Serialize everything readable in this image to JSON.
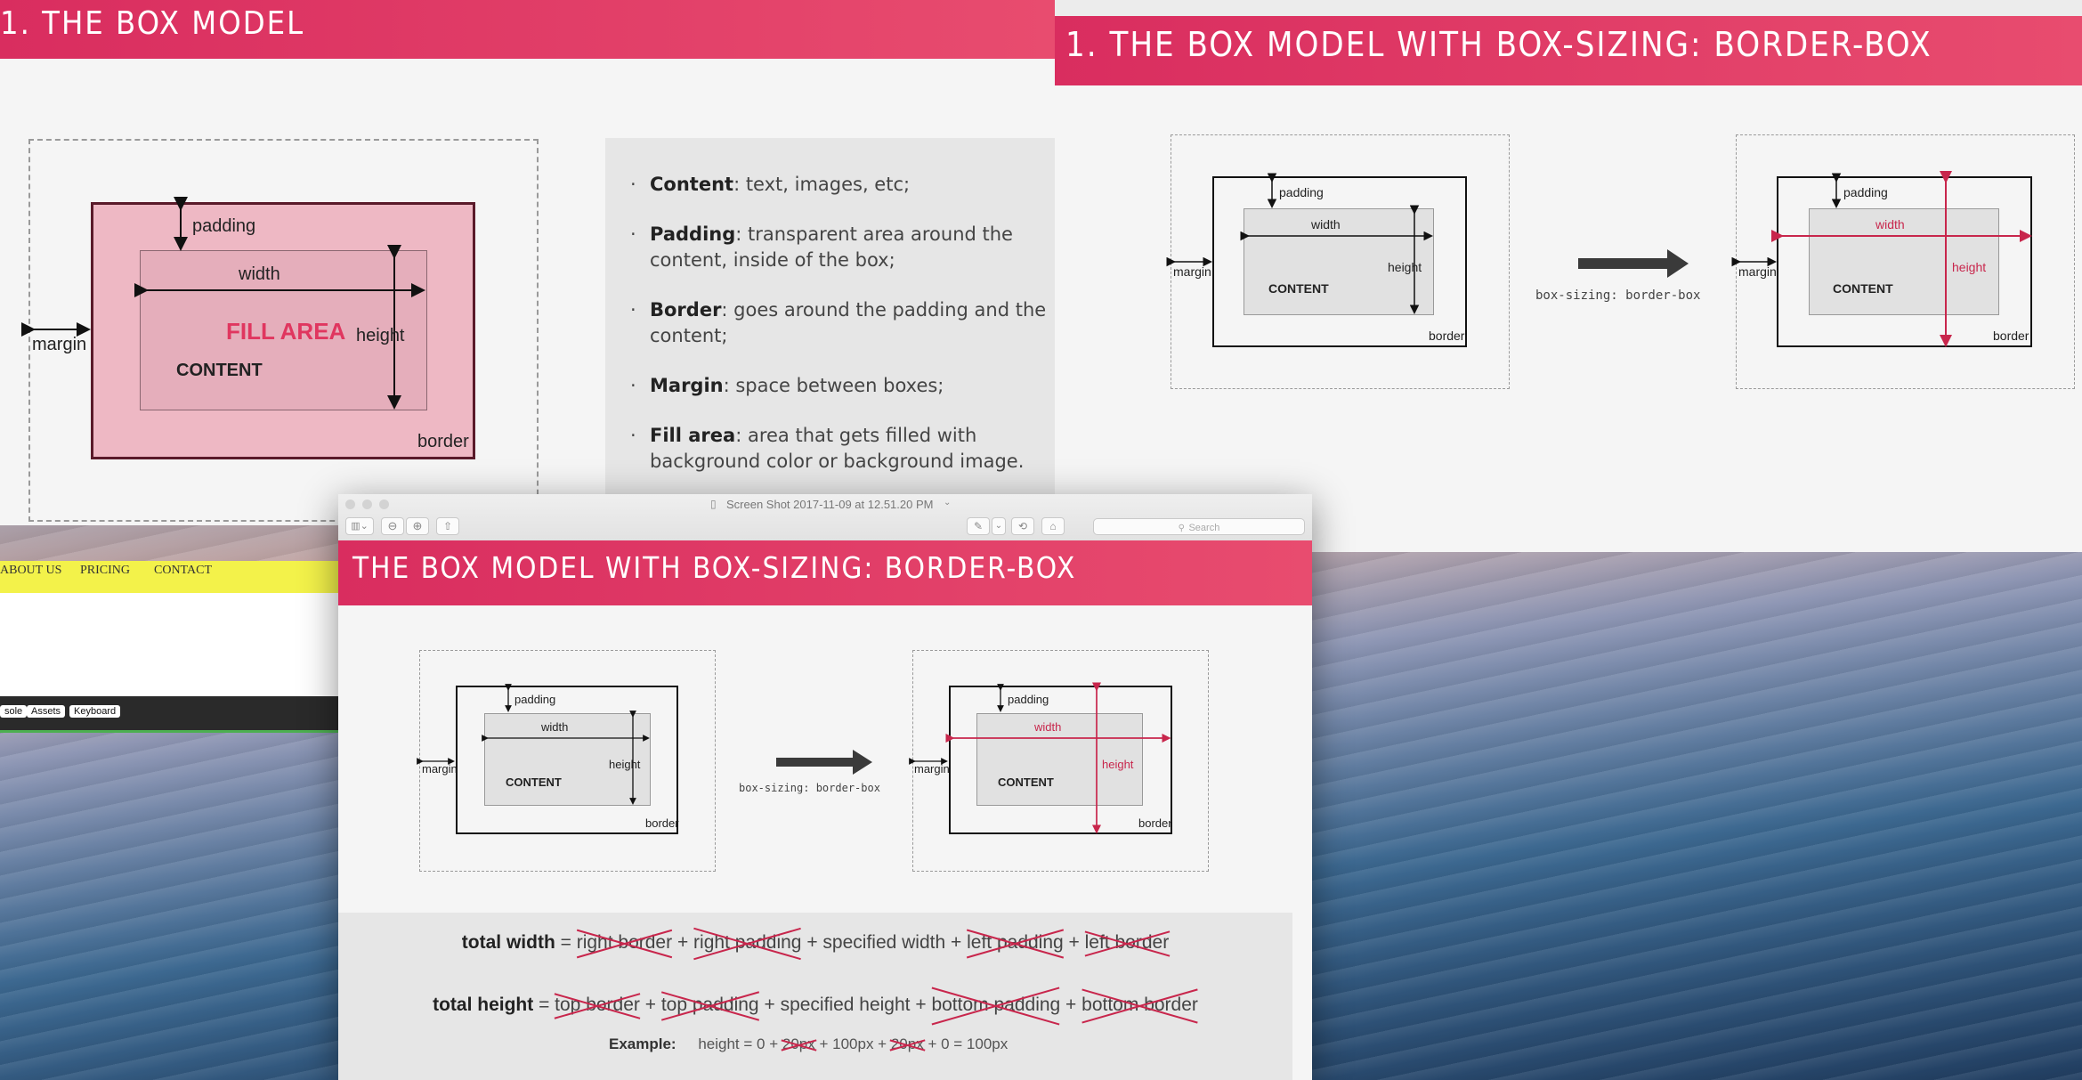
{
  "slide_left": {
    "title": "1. THE BOX MODEL",
    "diagram": {
      "padding": "padding",
      "width": "width",
      "fill_area": "FILL AREA",
      "height": "height",
      "margin": "margin",
      "content": "CONTENT",
      "border": "border"
    },
    "bullets": [
      {
        "term": "Content",
        "text": ": text, images, etc;"
      },
      {
        "term": "Padding",
        "text": ": transparent area around the content, inside of the box;"
      },
      {
        "term": "Border",
        "text": ": goes around the padding and the content;"
      },
      {
        "term": "Margin",
        "text": ": space between boxes;"
      },
      {
        "term": "Fill area",
        "text": ": area that gets filled with background color or background image."
      }
    ]
  },
  "slide_right": {
    "title": "1. THE BOX MODEL WITH BOX-SIZING: BORDER-BOX",
    "arrow_caption": "box-sizing: border-box",
    "labels": {
      "padding": "padding",
      "width": "width",
      "height": "height",
      "margin": "margin",
      "content": "CONTENT",
      "border": "border"
    }
  },
  "website_window": {
    "nav": [
      "ABOUT US",
      "PRICING",
      "CONTACT"
    ],
    "devtools_tabs": [
      "sole",
      "Assets",
      "Keyboard"
    ]
  },
  "preview_window": {
    "title": "Screen Shot 2017-11-09 at 12.51.20 PM",
    "search_placeholder": "Search",
    "slide_title": "THE BOX MODEL WITH BOX-SIZING: BORDER-BOX",
    "arrow_caption": "box-sizing: border-box",
    "labels": {
      "padding": "padding",
      "width": "width",
      "height": "height",
      "margin": "margin",
      "content": "CONTENT",
      "border": "border"
    },
    "formula_width": {
      "term": "total width",
      "parts": [
        "right border",
        "right padding",
        "specified width",
        "left padding",
        "left border"
      ]
    },
    "formula_height": {
      "term": "total height",
      "parts": [
        "top border",
        "top padding",
        "specified height",
        "bottom padding",
        "bottom border"
      ]
    },
    "example_label": "Example:",
    "example_parts": [
      "height = 0 +",
      "20px",
      "+ 100px +",
      "20px",
      "+ 0 = 100px"
    ]
  },
  "colors": {
    "accent": "#e0365f",
    "strike": "#c8264c",
    "fill_area": "#eeb8c4"
  }
}
